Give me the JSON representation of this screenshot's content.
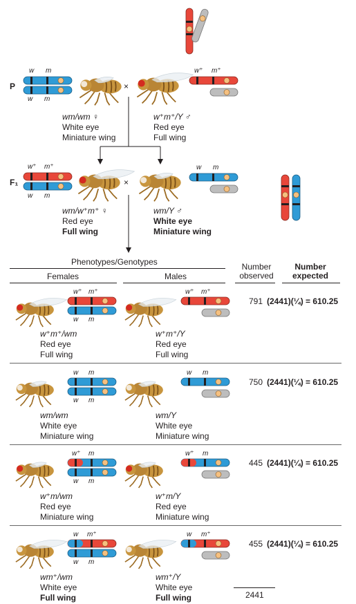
{
  "colors": {
    "red_chrom": "#e8473a",
    "blue_chrom": "#2f9bd6",
    "y_chrom": "#bdbdbd",
    "band": "#231f20",
    "fly_body": "#c8953e",
    "red_eye": "#d42a20",
    "white_eye": "#f2e8d8"
  },
  "generations": {
    "p": "P",
    "f1": "F₁"
  },
  "p_cross": {
    "female": {
      "top_labels": [
        "w",
        "m"
      ],
      "bottom_labels": [
        "w",
        "m"
      ],
      "genotype": "wm/wm ♀",
      "eye": "White eye",
      "wing": "Miniature wing"
    },
    "cross": "×",
    "male": {
      "top_labels": [
        "w⁺",
        "m⁺"
      ],
      "genotype": "w⁺m⁺/Y ♂",
      "eye": "Red eye",
      "wing": "Full wing"
    }
  },
  "f1_cross": {
    "female": {
      "top_labels": [
        "w⁺",
        "m⁺"
      ],
      "bottom_labels": [
        "w",
        "m"
      ],
      "genotype": "wm/w⁺m⁺ ♀",
      "eye": "Red eye",
      "wing": "Full wing"
    },
    "cross": "×",
    "male": {
      "top_labels": [
        "w",
        "m"
      ],
      "genotype": "wm/Y ♂",
      "eye": "White eye",
      "wing": "Miniature wing"
    }
  },
  "table": {
    "header": {
      "group": "Phenotypes/Genotypes",
      "females": "Females",
      "males": "Males",
      "observed": "Number observed",
      "expected": "Number expected"
    },
    "rows": [
      {
        "female_top": [
          "w⁺",
          "m⁺"
        ],
        "female_bottom": [
          "w",
          "m"
        ],
        "female_genotype": "w⁺m⁺/wm",
        "female_eye": "Red eye",
        "female_wing": "Full wing",
        "male_top": [
          "w⁺",
          "m⁺"
        ],
        "male_genotype": "w⁺m⁺/Y",
        "male_eye": "Red eye",
        "male_wing": "Full wing",
        "observed": "791",
        "expected": "(2441)(¼) = 610.25"
      },
      {
        "female_top": [
          "w",
          "m"
        ],
        "female_bottom": [
          "w",
          "m"
        ],
        "female_genotype": "wm/wm",
        "female_eye": "White eye",
        "female_wing": "Miniature wing",
        "male_top": [
          "w",
          "m"
        ],
        "male_genotype": "wm/Y",
        "male_eye": "White eye",
        "male_wing": "Miniature wing",
        "observed": "750",
        "expected": "(2441)(¼) = 610.25"
      },
      {
        "female_top": [
          "w⁺",
          "m"
        ],
        "female_bottom": [
          "w",
          "m"
        ],
        "female_genotype": "w⁺m/wm",
        "female_eye": "Red eye",
        "female_wing": "Miniature wing",
        "male_top": [
          "w⁺",
          "m"
        ],
        "male_genotype": "w⁺m/Y",
        "male_eye": "Red eye",
        "male_wing": "Miniature wing",
        "observed": "445",
        "expected": "(2441)(¼) = 610.25"
      },
      {
        "female_top": [
          "w",
          "m⁺"
        ],
        "female_bottom": [
          "w",
          "m"
        ],
        "female_genotype": "wm⁺/wm",
        "female_eye": "White eye",
        "female_wing": "Full wing",
        "male_top": [
          "w",
          "m⁺"
        ],
        "male_genotype": "wm⁺/Y",
        "male_eye": "White eye",
        "male_wing": "Full wing",
        "observed": "455",
        "expected": "(2441)(¼) = 610.25"
      }
    ],
    "total": "2441"
  }
}
